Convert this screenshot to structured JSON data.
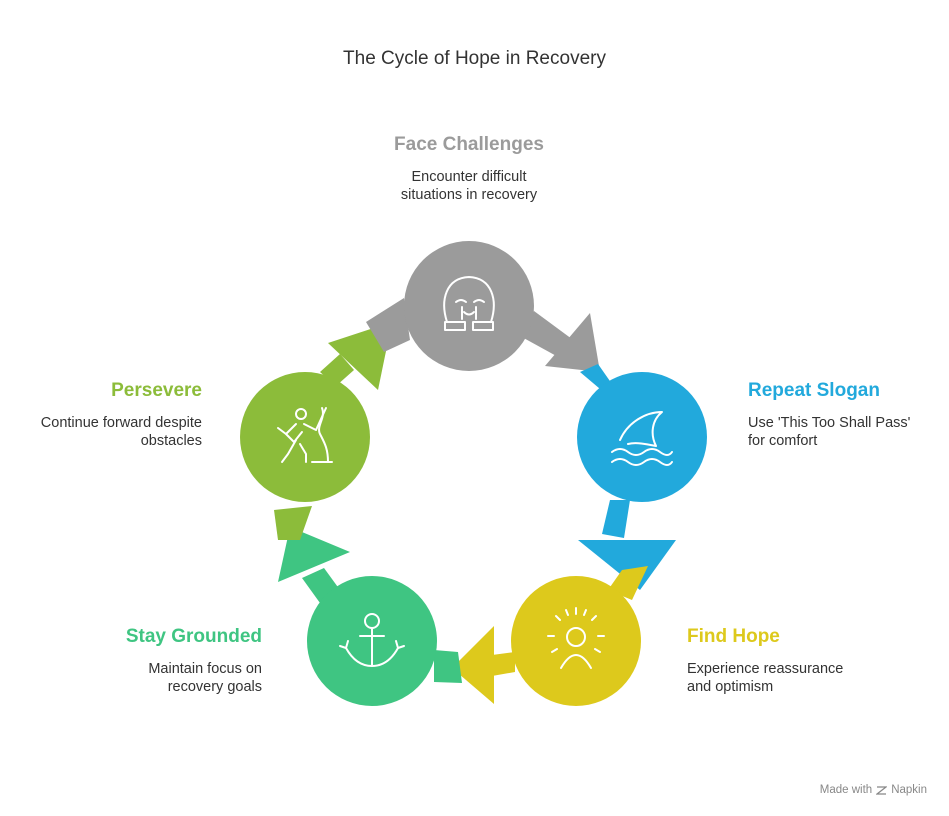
{
  "title": "The Cycle of Hope in Recovery",
  "stages": [
    {
      "id": "face",
      "label": "Face Challenges",
      "description": "Encounter difficult\nsituations in recovery",
      "color": "#9b9b9b",
      "icon": "crying-face-icon"
    },
    {
      "id": "slogan",
      "label": "Repeat Slogan",
      "description": "Use 'This Too Shall Pass'\nfor comfort",
      "color": "#22a9dc",
      "icon": "wave-icon"
    },
    {
      "id": "hope",
      "label": "Find Hope",
      "description": "Experience reassurance\nand optimism",
      "color": "#ddc91c",
      "icon": "radiant-person-icon"
    },
    {
      "id": "grounded",
      "label": "Stay Grounded",
      "description": "Maintain focus on\nrecovery goals",
      "color": "#3fc582",
      "icon": "anchor-icon"
    },
    {
      "id": "persevere",
      "label": "Persevere",
      "description": "Continue forward despite\nobstacles",
      "color": "#8cbc3a",
      "icon": "climber-icon"
    }
  ],
  "footer": {
    "made_with": "Made with",
    "brand": "Napkin",
    "icon": "napkin-logo-icon"
  }
}
